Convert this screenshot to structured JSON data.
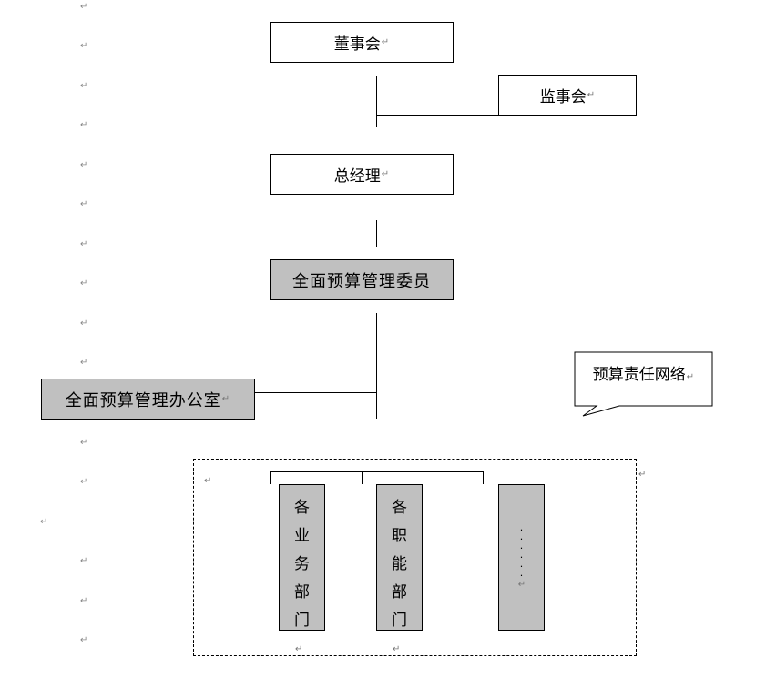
{
  "nodes": {
    "board": "董事会",
    "supervisors": "监事会",
    "general_manager": "总经理",
    "budget_committee": "全面预算管理委员",
    "budget_office": "全面预算管理办公室",
    "callout": "预算责任网络"
  },
  "departments": [
    {
      "chars": [
        "各",
        "业",
        "务",
        "部",
        "门"
      ]
    },
    {
      "chars": [
        "各",
        "职",
        "能",
        "部",
        "门"
      ]
    },
    {
      "chars": [
        "·",
        "·",
        "·",
        "·",
        "·",
        "·"
      ]
    }
  ],
  "paragraph_mark": "↵",
  "colors": {
    "box_fill_gray": "#c0c0c0",
    "box_fill_white": "#ffffff",
    "line": "#000000"
  }
}
